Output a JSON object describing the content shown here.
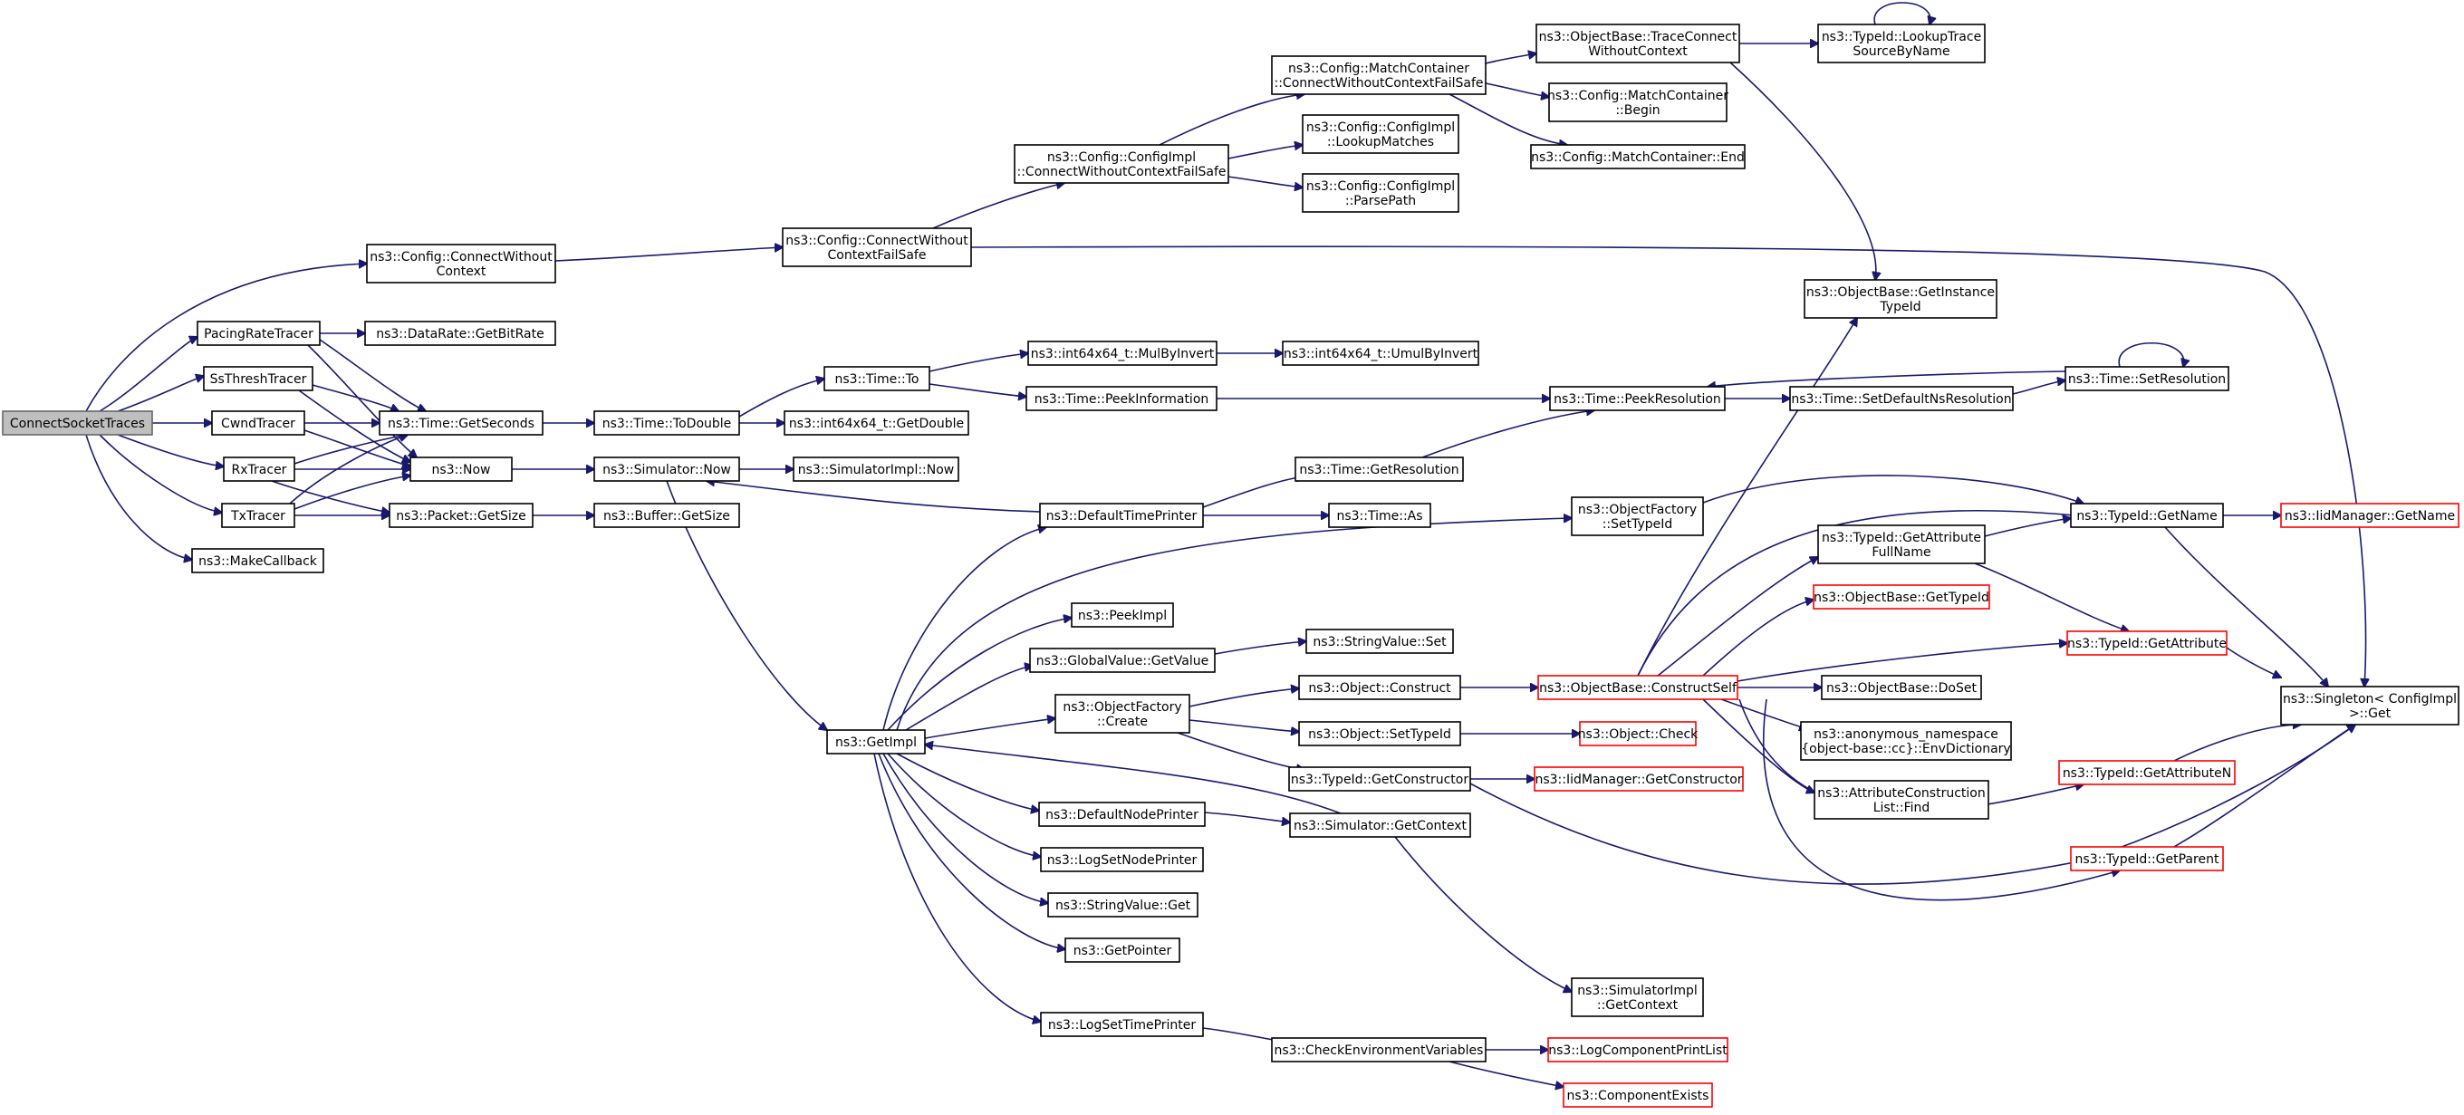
{
  "colors": {
    "edge": "#191970",
    "node_border": "#000000",
    "incomplete_border": "#ff0000",
    "root_fill": "#bfbfbf"
  },
  "nodes": {
    "n_root": [
      "ConnectSocketTraces"
    ],
    "n_cwc": [
      "ns3::Config::ConnectWithout",
      "Context"
    ],
    "n_pacing": [
      "PacingRateTracer"
    ],
    "n_ssthresh": [
      "SsThreshTracer"
    ],
    "n_cwnd": [
      "CwndTracer"
    ],
    "n_rx": [
      "RxTracer"
    ],
    "n_tx": [
      "TxTracer"
    ],
    "n_makecb": [
      "ns3::MakeCallback"
    ],
    "n_getbitrate": [
      "ns3::DataRate::GetBitRate"
    ],
    "n_getseconds": [
      "ns3::Time::GetSeconds"
    ],
    "n_now": [
      "ns3::Now"
    ],
    "n_getsize": [
      "ns3::Packet::GetSize"
    ],
    "n_todouble": [
      "ns3::Time::ToDouble"
    ],
    "n_simnow": [
      "ns3::Simulator::Now"
    ],
    "n_bufsize": [
      "ns3::Buffer::GetSize"
    ],
    "n_cwcfs": [
      "ns3::Config::ConnectWithout",
      "ContextFailSafe"
    ],
    "n_timeto": [
      "ns3::Time::To"
    ],
    "n_int64getdouble": [
      "ns3::int64x64_t::GetDouble"
    ],
    "n_simimplnow": [
      "ns3::SimulatorImpl::Now"
    ],
    "n_getimpl": [
      "ns3::GetImpl"
    ],
    "n_cicwcfs": [
      "ns3::Config::ConfigImpl",
      "::ConnectWithoutContextFailSafe"
    ],
    "n_mulbyinvert": [
      "ns3::int64x64_t::MulByInvert"
    ],
    "n_peekinfo": [
      "ns3::Time::PeekInformation"
    ],
    "n_deftimeprinter": [
      "ns3::DefaultTimePrinter"
    ],
    "n_peekimpl": [
      "ns3::PeekImpl"
    ],
    "n_gvgetvalue": [
      "ns3::GlobalValue::GetValue"
    ],
    "n_ofcreate": [
      "ns3::ObjectFactory",
      "::Create"
    ],
    "n_defnodeprinter": [
      "ns3::DefaultNodePrinter"
    ],
    "n_logsetnodeprinter": [
      "ns3::LogSetNodePrinter"
    ],
    "n_svget": [
      "ns3::StringValue::Get"
    ],
    "n_getpointer": [
      "ns3::GetPointer"
    ],
    "n_logsettimeprinter": [
      "ns3::LogSetTimePrinter"
    ],
    "n_mccwcfs": [
      "ns3::Config::MatchContainer",
      "::ConnectWithoutContextFailSafe"
    ],
    "n_lookupmatches": [
      "ns3::Config::ConfigImpl",
      "::LookupMatches"
    ],
    "n_parsepath": [
      "ns3::Config::ConfigImpl",
      "::ParsePath"
    ],
    "n_umulbyinvert": [
      "ns3::int64x64_t::UmulByInvert"
    ],
    "n_getresolution": [
      "ns3::Time::GetResolution"
    ],
    "n_timeas": [
      "ns3::Time::As"
    ],
    "n_svset": [
      "ns3::StringValue::Set"
    ],
    "n_objconstruct": [
      "ns3::Object::Construct"
    ],
    "n_objsettypeid": [
      "ns3::Object::SetTypeId"
    ],
    "n_tidgetconstructor": [
      "ns3::TypeId::GetConstructor"
    ],
    "n_simgetcontext": [
      "ns3::Simulator::GetContext"
    ],
    "n_checkenv": [
      "ns3::CheckEnvironmentVariables"
    ],
    "n_obtracecwc": [
      "ns3::ObjectBase::TraceConnect",
      "WithoutContext"
    ],
    "n_mcbegin": [
      "ns3::Config::MatchContainer",
      "::Begin"
    ],
    "n_mcend": [
      "ns3::Config::MatchContainer::End"
    ],
    "n_peekres": [
      "ns3::Time::PeekResolution"
    ],
    "n_ofsettypeid": [
      "ns3::ObjectFactory",
      "::SetTypeId"
    ],
    "n_obconstructself": [
      "ns3::ObjectBase::ConstructSelf"
    ],
    "n_objcheck": [
      "ns3::Object::Check"
    ],
    "n_iidgetconstructor": [
      "ns3::IidManager::GetConstructor"
    ],
    "n_simimplgetcontext": [
      "ns3::SimulatorImpl",
      "::GetContext"
    ],
    "n_logcompprintlist": [
      "ns3::LogComponentPrintList"
    ],
    "n_compexists": [
      "ns3::ComponentExists"
    ],
    "n_tidlookup": [
      "ns3::TypeId::LookupTrace",
      "SourceByName"
    ],
    "n_obgetinstancetid": [
      "ns3::ObjectBase::GetInstance",
      "TypeId"
    ],
    "n_setdefnsres": [
      "ns3::Time::SetDefaultNsResolution"
    ],
    "n_tidgetattrfullname": [
      "ns3::TypeId::GetAttribute",
      "FullName"
    ],
    "n_obgettypeid": [
      "ns3::ObjectBase::GetTypeId"
    ],
    "n_obdoset": [
      "ns3::ObjectBase::DoSet"
    ],
    "n_envdict": [
      "ns3::anonymous_namespace",
      "{object-base::cc}::EnvDictionary"
    ],
    "n_attrconstruct": [
      "ns3::AttributeConstruction",
      "List::Find"
    ],
    "n_timesetres": [
      "ns3::Time::SetResolution"
    ],
    "n_tidgetname": [
      "ns3::TypeId::GetName"
    ],
    "n_tidgetattribute": [
      "ns3::TypeId::GetAttribute"
    ],
    "n_tidgetattributen": [
      "ns3::TypeId::GetAttributeN"
    ],
    "n_tidgetparent": [
      "ns3::TypeId::GetParent"
    ],
    "n_iidgetname": [
      "ns3::IidManager::GetName"
    ],
    "n_singleton": [
      "ns3::Singleton< ConfigImpl",
      " >::Get"
    ]
  }
}
